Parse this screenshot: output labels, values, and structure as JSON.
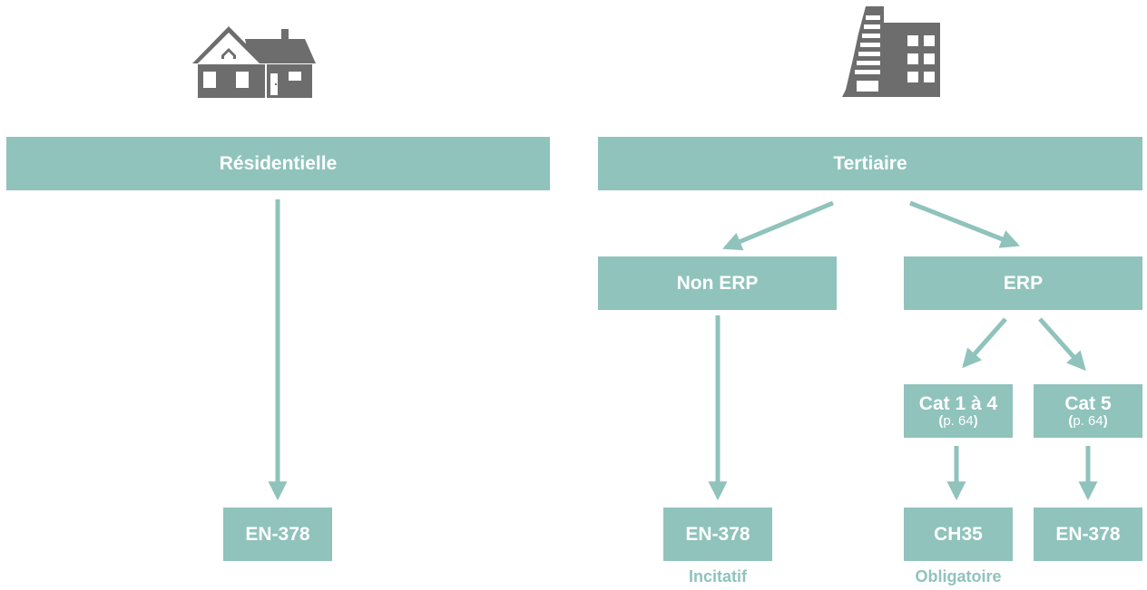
{
  "colors": {
    "teal": "#8fc3bc",
    "icon": "#6d6d6d",
    "text_on_box": "#ffffff"
  },
  "icons": {
    "residential": "house-icon",
    "tertiary": "office-building-icon"
  },
  "boxes": {
    "residentielle": "Résidentielle",
    "tertiaire": "Tertiaire",
    "non_erp": "Non ERP",
    "erp": "ERP",
    "cat_1_4": {
      "title": "Cat 1 à 4",
      "ref_open": "(",
      "ref_text": "p. 64",
      "ref_close": ")"
    },
    "cat_5": {
      "title": "Cat 5",
      "ref_open": "(",
      "ref_text": "p. 64",
      "ref_close": ")"
    },
    "res_en378": "EN-378",
    "nonerp_en378": "EN-378",
    "ch35": "CH35",
    "cat5_en378": "EN-378"
  },
  "captions": {
    "incitatif": "Incitatif",
    "obligatoire": "Obligatoire"
  }
}
